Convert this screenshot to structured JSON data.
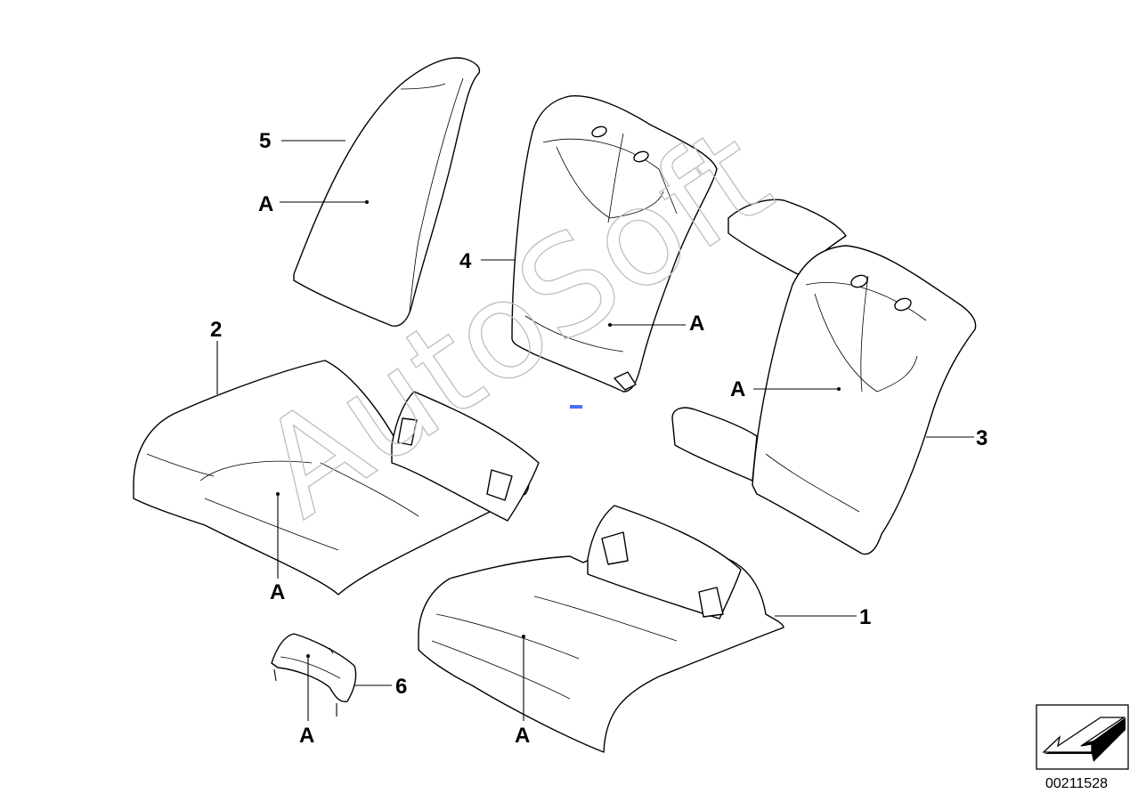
{
  "watermark": "AutoSoft",
  "document_number": "00211528",
  "part_callouts": [
    "1",
    "2",
    "3",
    "4",
    "5",
    "6"
  ],
  "material_callout": "A",
  "icons": {
    "direction": "arrow-icon"
  },
  "colors": {
    "line": "#000000",
    "watermark": "#bdbdbd",
    "accent": "#4a6cff"
  }
}
